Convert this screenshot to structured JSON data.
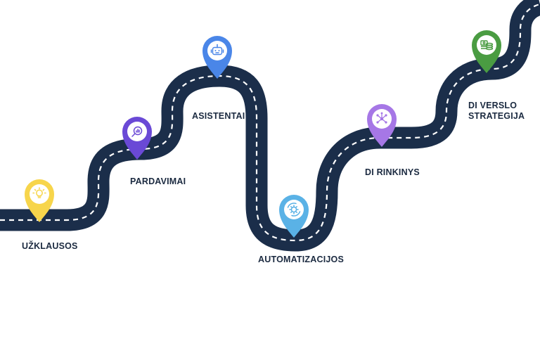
{
  "diagram": {
    "road_color": "#1b2e4a",
    "dash_color": "#ffffff",
    "milestones": [
      {
        "id": "uzklausos",
        "label": [
          "UŽKLAUSOS"
        ],
        "pin_color": "#f7d54b",
        "icon": "lightbulb-icon"
      },
      {
        "id": "pardavimai",
        "label": [
          "PARDAVIMAI"
        ],
        "pin_color": "#6a49d6",
        "icon": "magnifier-chart-icon"
      },
      {
        "id": "asistentai",
        "label": [
          "ASISTENTAI"
        ],
        "pin_color": "#4a86e8",
        "icon": "robot-icon"
      },
      {
        "id": "automatizacijos",
        "label": [
          "AUTOMATIZACIJOS"
        ],
        "pin_color": "#5ab2e6",
        "icon": "gear-cycle-icon"
      },
      {
        "id": "di-rinkinys",
        "label": [
          "DI RINKINYS"
        ],
        "pin_color": "#a677e6",
        "icon": "network-nodes-icon"
      },
      {
        "id": "di-verslo-strategija",
        "label": [
          "DI VERSLO",
          "STRATEGIJA"
        ],
        "pin_color": "#4a9c42",
        "icon": "money-coins-icon"
      }
    ]
  }
}
